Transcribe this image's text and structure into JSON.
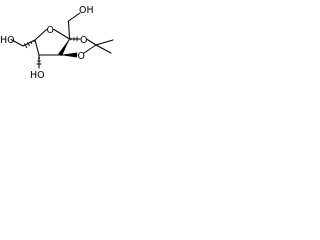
{
  "structure": {
    "labels": {
      "oh_top_right": "OH",
      "oh_left": "HO",
      "ring_o_furanose": "O",
      "ring_o_upper": "O",
      "ring_o_lower": "O",
      "oh_bottom": "HO"
    },
    "colors": {
      "bond": "#000000",
      "label": "#000000",
      "background": "#ffffff"
    }
  }
}
